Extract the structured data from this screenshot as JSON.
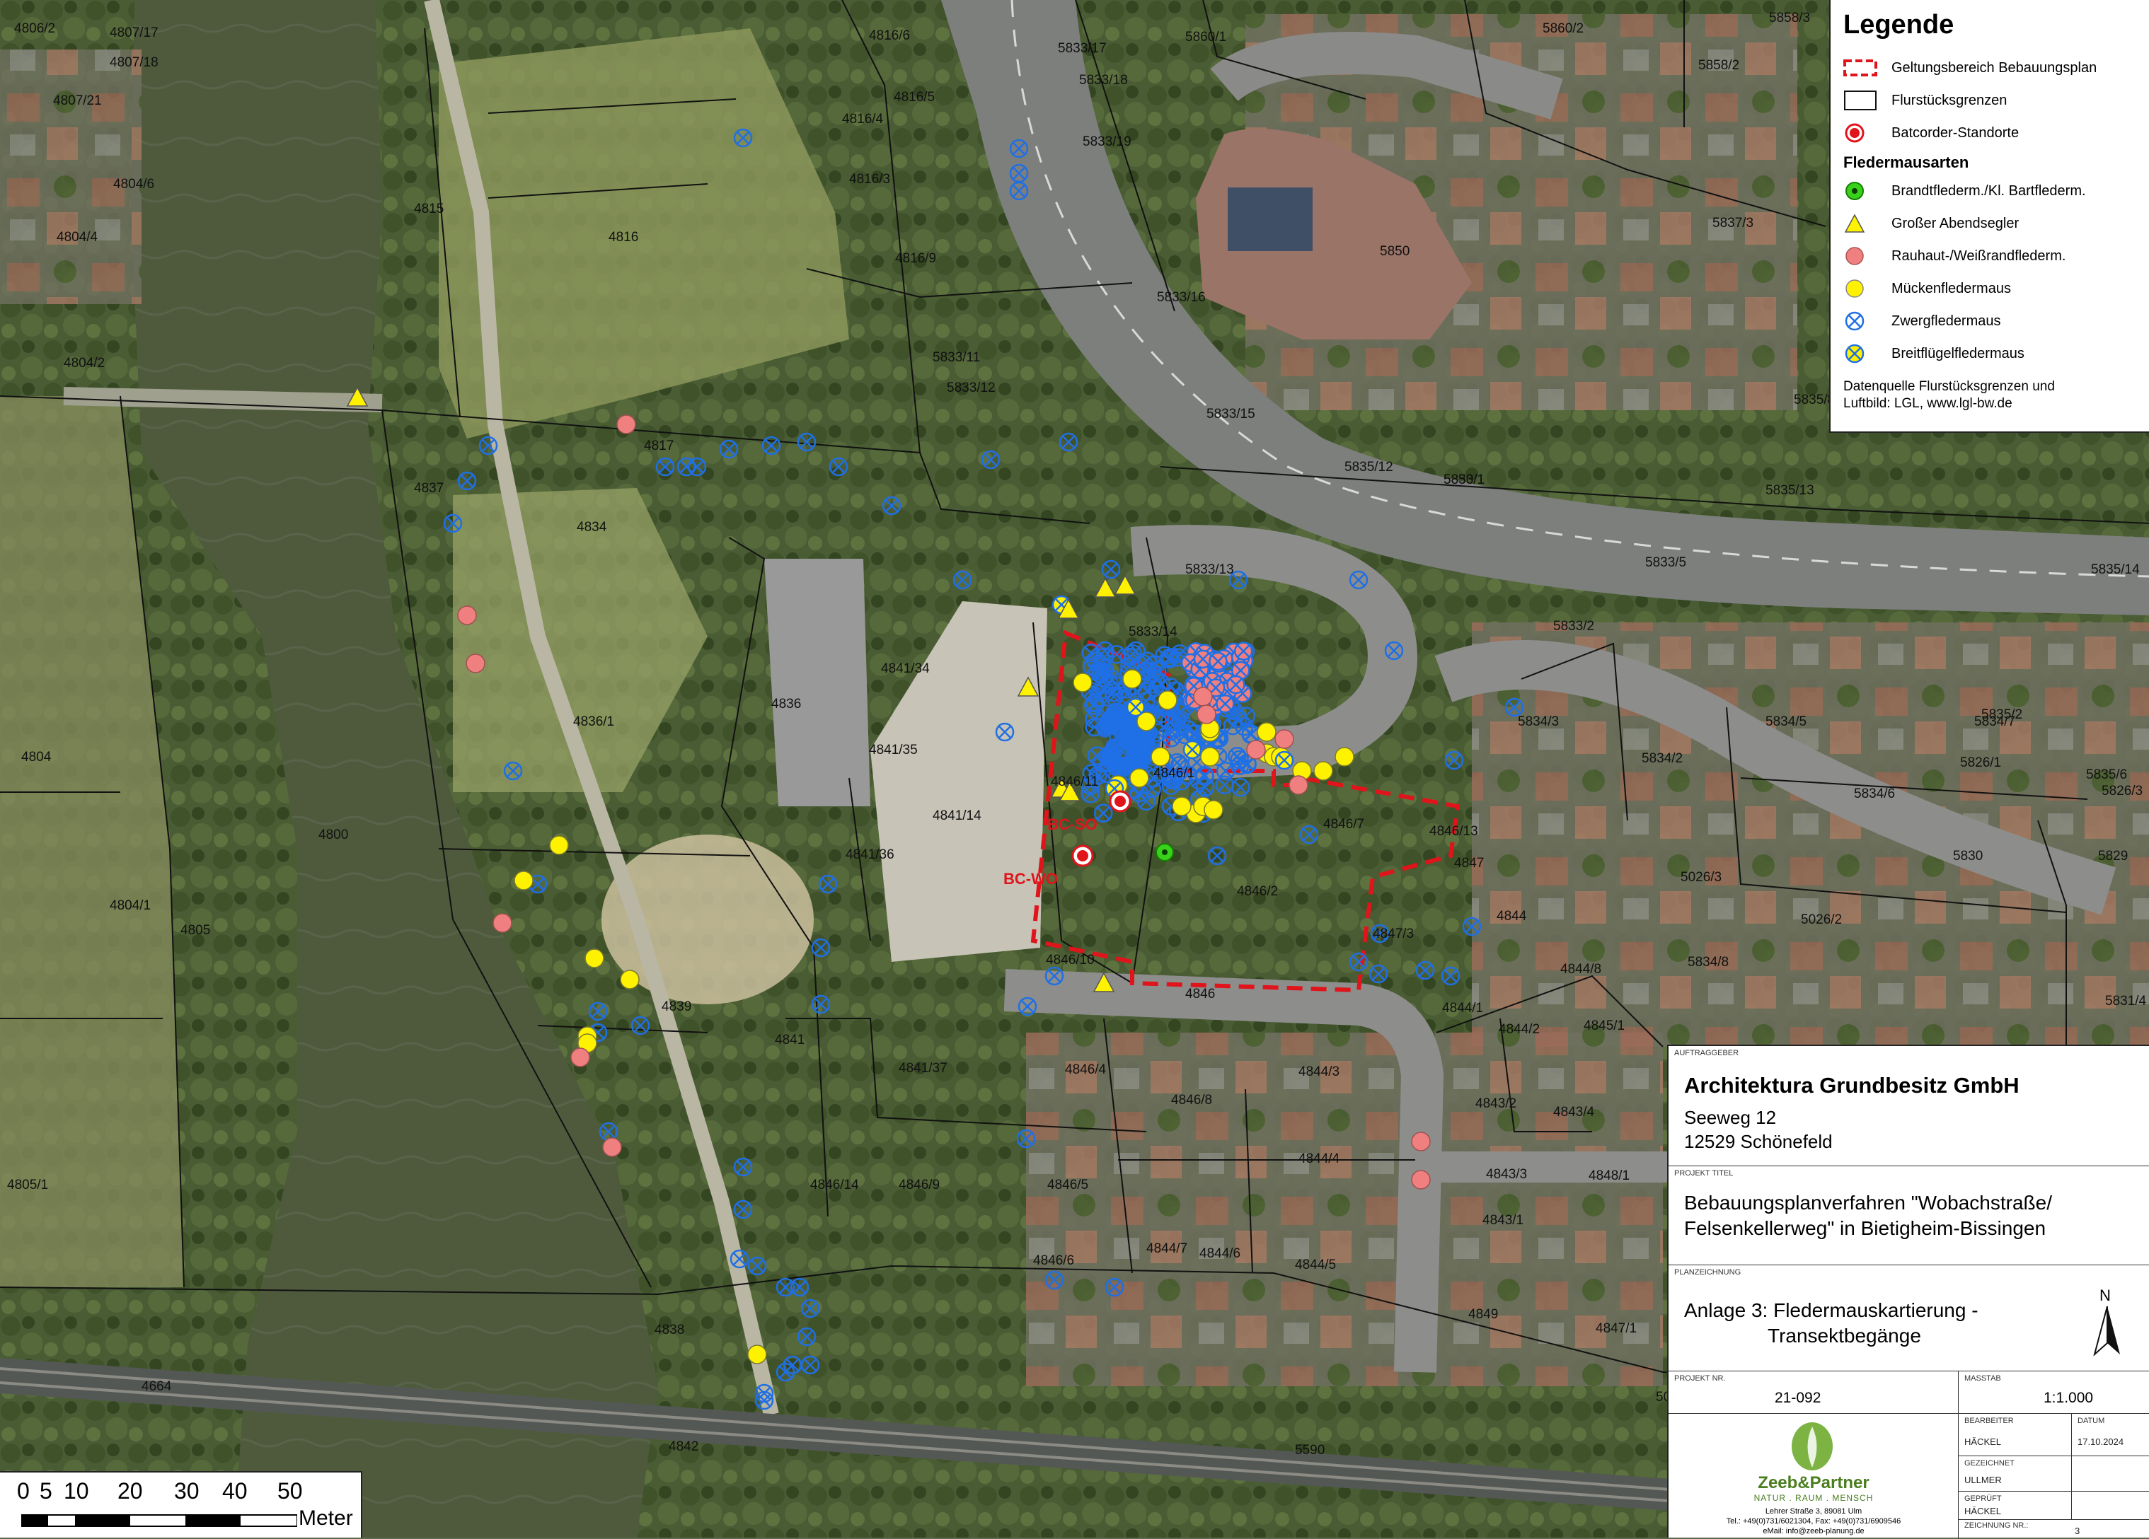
{
  "legend": {
    "title": "Legende",
    "items": [
      {
        "label": "Geltungsbereich Bebauungsplan",
        "icon": "dashed-red-rect-icon"
      },
      {
        "label": "Flurstücksgrenzen",
        "icon": "black-rect-icon"
      },
      {
        "label": "Batcorder-Standorte",
        "icon": "red-target-icon"
      }
    ],
    "species_title": "Fledermausarten",
    "species": [
      {
        "label": "Brandtflederm./Kl. Bartflederm.",
        "icon": "green-pentagon-icon"
      },
      {
        "label": "Großer Abendsegler",
        "icon": "yellow-triangle-icon"
      },
      {
        "label": "Rauhaut-/Weißrandflederm.",
        "icon": "pink-circle-icon"
      },
      {
        "label": "Mückenfledermaus",
        "icon": "yellow-circle-icon"
      },
      {
        "label": "Zwergfledermaus",
        "icon": "blue-crossed-circle-icon"
      },
      {
        "label": "Breitflügelfledermaus",
        "icon": "yellow-crossed-circle-icon"
      }
    ],
    "source_line1": "Datenquelle Flurstücksgrenzen und",
    "source_line2": "Luftbild: LGL, www.lgl-bw.de"
  },
  "colors": {
    "boundary": "#e0141b",
    "green": "#39d11b",
    "yellow": "#fff200",
    "pink": "#f08080",
    "blue": "#1f6fe5",
    "batcorder": "#e0141b"
  },
  "titleblock": {
    "client_caption": "AUFTRAGGEBER",
    "client_name": "Architektura Grundbesitz GmbH",
    "client_street": "Seeweg 12",
    "client_city": "12529 Schönefeld",
    "project_caption": "PROJEKT TITEL",
    "project_line1": "Bebauungsplanverfahren \"Wobachstraße/",
    "project_line2": "Felsenkellerweg\" in Bietigheim-Bissingen",
    "drawing_caption": "PLANZEICHNUNG",
    "drawing_line1": "Anlage 3: Fledermauskartierung -",
    "drawing_line2": "Transektbegänge",
    "north": "N",
    "projno_caption": "PROJEKT NR.",
    "projno": "21-092",
    "scale_caption": "MASSTAB",
    "scale": "1:1.000",
    "editor_caption": "BEARBEITER",
    "editor": "HÄCKEL",
    "date_caption": "DATUM",
    "date": "17.10.2024",
    "drawn_caption": "GEZEICHNET",
    "drawn": "ULLMER",
    "checked_caption": "GEPRÜFT",
    "checked": "HÄCKEL",
    "drawingno_caption": "ZEICHNUNG NR.:",
    "drawingno": "3",
    "firm_name": "Zeeb&Partner",
    "firm_tagline": "NATUR . RAUM . MENSCH",
    "firm_addr1": "Lehrer Straße 3, 89081 Ulm",
    "firm_addr2": "Tel.: +49(0)731/6021304, Fax: +49(0)731/6909546",
    "firm_addr3": "eMail: info@zeeb-planung.de"
  },
  "scalebar": {
    "ticks": [
      "0",
      "5",
      "10",
      "20",
      "30",
      "40",
      "50"
    ],
    "unit": "Meter"
  },
  "batcorders": [
    "BC-SO",
    "BC-WO"
  ],
  "parcels": [
    "4806/2",
    "4807/17",
    "4807/18",
    "4807/21",
    "4804/6",
    "4804/4",
    "4804/2",
    "4815",
    "4816",
    "4816/6",
    "4816/5",
    "4816/4",
    "4816/3",
    "4816/9",
    "5833/17",
    "5833/18",
    "5833/19",
    "5833/16",
    "5833/11",
    "5833/12",
    "5833/15",
    "5833/13",
    "5833/14",
    "5833/2",
    "5833/5",
    "5833/1",
    "5860/1",
    "5860/2",
    "5858/3",
    "5858/2",
    "5837/3",
    "5850",
    "5835/8",
    "5835/12",
    "5850/1",
    "5835/13",
    "5835/14",
    "4817",
    "4837",
    "4834",
    "4836/1",
    "4836",
    "4841/34",
    "4841/35",
    "4841/14",
    "4841/36",
    "4804",
    "4800",
    "4804/1",
    "4805",
    "4839",
    "4841",
    "4841/37",
    "4805/1",
    "4846/14",
    "4846/9",
    "4838",
    "4664",
    "4842",
    "5590",
    "4846/11",
    "4846/1",
    "4846/7",
    "4846/13",
    "4847",
    "4846/2",
    "4847/3",
    "4846/10",
    "4846",
    "4846/4",
    "4846/8",
    "4846/5",
    "4846/6",
    "4844/7",
    "4844/6",
    "4844/3",
    "4844/4",
    "4844/5",
    "4849",
    "4844",
    "4844/8",
    "4844/1",
    "4844/2",
    "4845/1",
    "4843/2",
    "4843/4",
    "4843/3",
    "4848/1",
    "4843/1",
    "4847/1",
    "5834/3",
    "5834/5",
    "5834/2",
    "5834/6",
    "5834/7",
    "5835/2",
    "5826/1",
    "5835/6",
    "5826/3",
    "5830",
    "5829",
    "5026/3",
    "5026/2",
    "5834/8",
    "5831/4",
    "5020/1"
  ]
}
